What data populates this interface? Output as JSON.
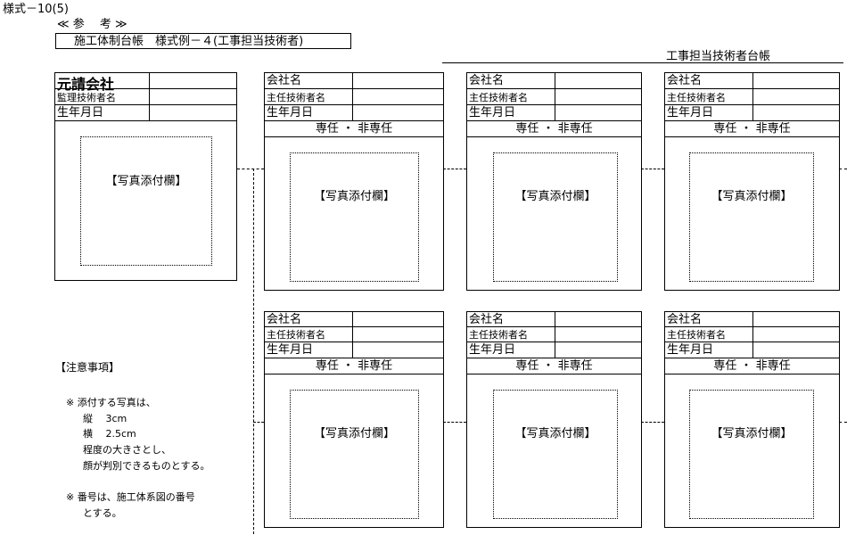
{
  "form_code": "様式－10(5)",
  "reference": "≪ 参　 考 ≫",
  "title_box": "施工体制台帳　様式例－４(工事担当技術者)",
  "ledger_title": "工事担当技術者台帳",
  "prime": {
    "heading": "元請会社",
    "row2": "監理技術者名",
    "row3": "生年月日",
    "photo": "【写真添付欄】"
  },
  "sub_card": {
    "company": "会社名",
    "chief": "主任技術者名",
    "birth": "生年月日",
    "fulltime": "専任 ・ 非専任",
    "photo": "【写真添付欄】"
  },
  "notes": {
    "heading": "【注意事項】",
    "lines": [
      "※ 添付する写真は、",
      "縦　 3cm",
      "横　 2.5cm",
      "程度の大きさとし、",
      "顔が判別できるものとする。",
      "※ 番号は、施工体系図の番号",
      "とする。"
    ]
  }
}
